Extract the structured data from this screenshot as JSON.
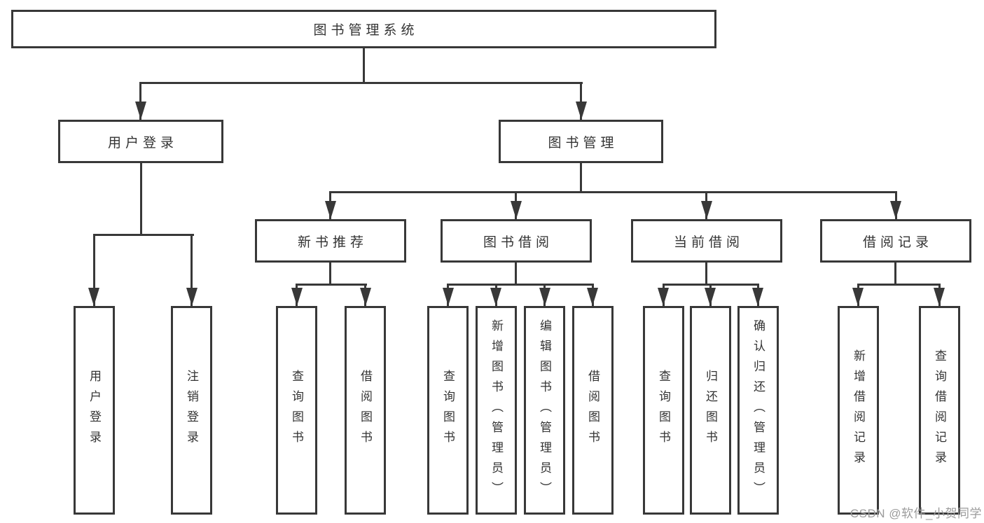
{
  "diagram": {
    "root": {
      "label": "图书管理系统"
    },
    "level2": {
      "user_login": {
        "label": "用户登录"
      },
      "book_mgmt": {
        "label": "图书管理"
      }
    },
    "level3": {
      "new_book_rec": {
        "label": "新书推荐"
      },
      "book_borrow": {
        "label": "图书借阅"
      },
      "current_borrow": {
        "label": "当前借阅"
      },
      "borrow_records": {
        "label": "借阅记录"
      }
    },
    "leaves": {
      "user_login": {
        "label": "用户登录"
      },
      "logout": {
        "label": "注销登录"
      },
      "rec_query_book": {
        "label": "查询图书"
      },
      "rec_borrow_book": {
        "label": "借阅图书"
      },
      "bb_query_book": {
        "label": "查询图书"
      },
      "bb_add_book": {
        "label": "新增图书（管理员）"
      },
      "bb_edit_book": {
        "label": "编辑图书（管理员）"
      },
      "bb_borrow_book": {
        "label": "借阅图书"
      },
      "cb_query_book": {
        "label": "查询图书"
      },
      "cb_return_book": {
        "label": "归还图书"
      },
      "cb_confirm_return": {
        "label": "确认归还（管理员）"
      },
      "br_add_record": {
        "label": "新增借阅记录"
      },
      "br_query_record": {
        "label": "查询借阅记录"
      }
    }
  },
  "watermark": {
    "text": "CSDN @软件_小贺同学"
  },
  "colors": {
    "line": "#383838",
    "text": "#333333",
    "watermark_text": "#9b9b9b",
    "background": "#ffffff"
  }
}
